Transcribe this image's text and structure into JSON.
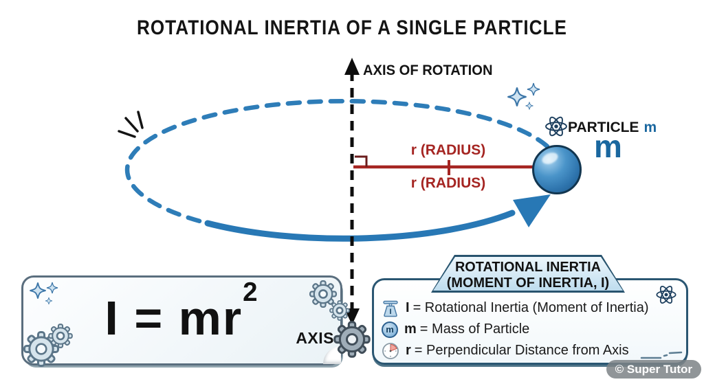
{
  "title": "ROTATIONAL INERTIA OF A SINGLE PARTICLE",
  "axis": {
    "top_label": "AXIS OF ROTATION",
    "bottom_label": "AXIS"
  },
  "particle": {
    "label": "PARTICLE",
    "symbol": "m",
    "big_mass_symbol": "m"
  },
  "radius": {
    "label_above": "r (RADIUS)",
    "label_below": "r (RADIUS)"
  },
  "formula": {
    "base": "I = mr",
    "exponent": "2"
  },
  "legend": {
    "header_line1": "ROTATIONAL INERTIA",
    "header_line2": "(MOMENT OF INERTIA, I)",
    "rows": [
      {
        "icon": "scale-icon",
        "symbol": "I",
        "text": "= Rotational Inertia (Moment of Inertia)"
      },
      {
        "icon": "mass-circle-icon",
        "symbol": "m",
        "text": "= Mass of Particle"
      },
      {
        "icon": "clock-icon",
        "symbol": "r",
        "text": "= Perpendicular Distance from Axis"
      }
    ],
    "scale_icon_letter": "I",
    "mass_icon_letter": "m"
  },
  "watermark": "© Super Tutor",
  "colors": {
    "orbit_blue": "#2b7ab8",
    "radius_red": "#a52522",
    "particle_blue": "#2e74ad",
    "label_blue": "#1a679f",
    "box_border_navy": "#2a5672",
    "formula_box_border": "#5a6e7e",
    "header_fill": "#cde3f2",
    "decoration_light_blue": "#d6e4ec",
    "watermark_bg": "#7d8286"
  }
}
